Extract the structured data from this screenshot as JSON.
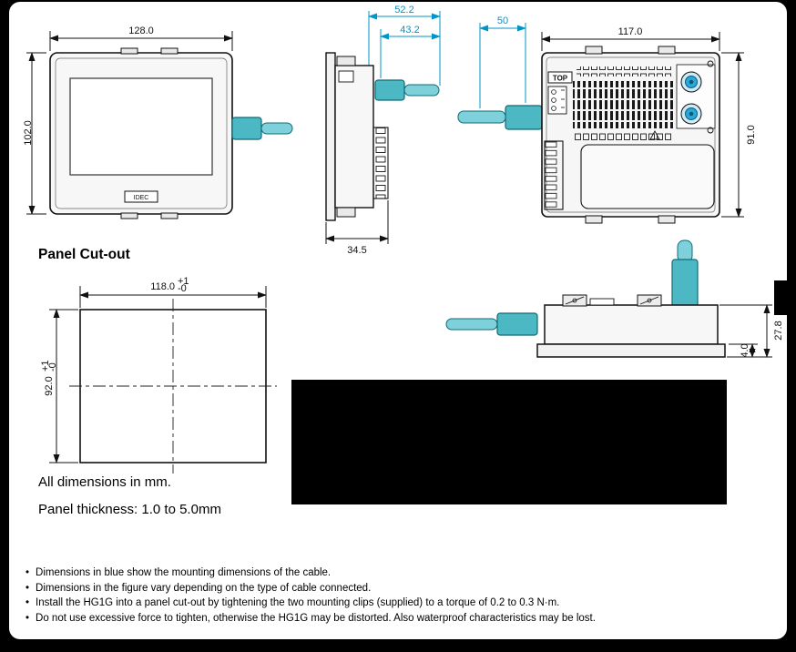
{
  "colors": {
    "blue_dimension": "#0095c8",
    "cable_fill": "#4cb8c4",
    "cable_light": "#7ed0da",
    "line": "#111111"
  },
  "headings": {
    "panel_cutout": "Panel Cut-out"
  },
  "front_view": {
    "width_dim": "128.0",
    "height_dim": "102.0",
    "logo": "IDEC"
  },
  "side_view": {
    "outer_cable_dim": "52.2",
    "inner_cable_dim": "43.2",
    "depth_dim": "34.5"
  },
  "rear_view": {
    "cable_dim": "50",
    "width_dim": "117.0",
    "height_dim": "91.0",
    "top_label": "TOP"
  },
  "cutout": {
    "width_dim": "118.0",
    "width_tol_plus": "+1",
    "width_tol_minus": "-0",
    "height_dim": "92.0",
    "height_tol_plus": "+1",
    "height_tol_minus": "-0"
  },
  "top_view": {
    "flange_dim": "4.0",
    "depth_dim": "27.8"
  },
  "notes": {
    "all_dims": "All dimensions in mm.",
    "panel_thickness": "Panel thickness: 1.0 to 5.0mm"
  },
  "footnotes": {
    "items": [
      "Dimensions in blue show the mounting dimensions of the cable.",
      "Dimensions in the figure vary depending on the type of cable connected.",
      "Install the HG1G into a panel cut-out by tightening the two mounting clips (supplied) to a torque of 0.2 to 0.3 N·m.",
      "Do not use excessive force to tighten, otherwise the HG1G may be distorted. Also waterproof characteristics may be lost."
    ]
  }
}
